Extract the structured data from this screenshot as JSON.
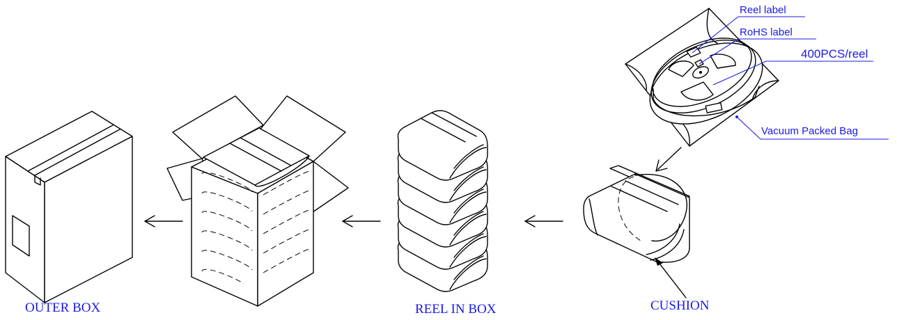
{
  "labels": {
    "reel_label": "Reel label",
    "rohs_label": "RoHS label",
    "pcs_per_reel": "400PCS/reel",
    "vacuum_bag": "Vacuum Packed Bag",
    "cushion": "CUSHION",
    "reel_in_box": "REEL IN BOX",
    "outer_box": "OUTER BOX"
  },
  "colors": {
    "label_text": "#1a1ae6",
    "line": "#000000",
    "background": "#ffffff"
  }
}
